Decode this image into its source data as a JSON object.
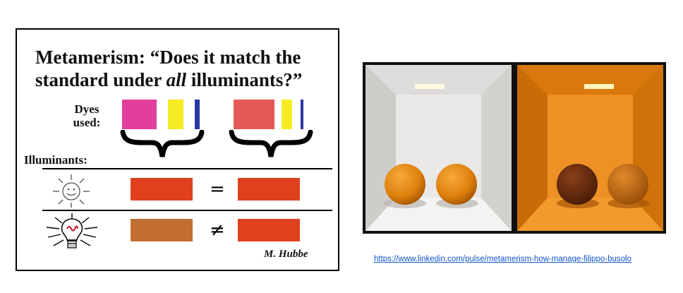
{
  "diagram": {
    "title_line1": "Metamerism:  “Does it match the",
    "title_line2_before": "standard under ",
    "title_line2_italic": "all",
    "title_line2_after": "  illuminants?”",
    "dyes_label_line1": "Dyes",
    "dyes_label_line2": "used:",
    "illuminants_label": "Illuminants:",
    "equal_sign": "=",
    "not_equal_sign": "≠",
    "author": "M. Hubbe",
    "colors": {
      "magenta": "#e23e9c",
      "yellow": "#f6ec23",
      "blue": "#2a37a3",
      "salmon": "#e45b55",
      "orange_red": "#e1401f",
      "brown": "#c26e33"
    }
  },
  "render": {
    "colors": {
      "white_room": "#e6e4e2",
      "orange_room": "#e8880f",
      "sphere": "#e8890e",
      "dark_sphere": "#6b2c0e"
    }
  },
  "link": {
    "url_text": "https://www.linkedin.com/pulse/metamerism-how-manage-filippo-busolo"
  }
}
